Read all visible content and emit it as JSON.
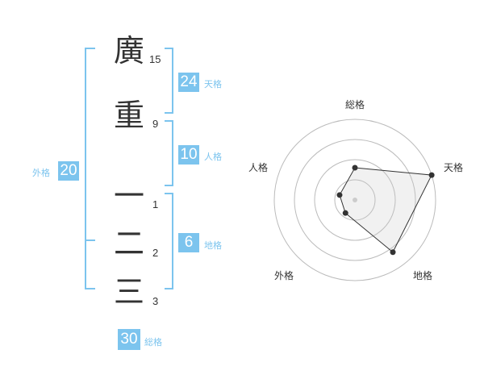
{
  "name": {
    "chars": [
      {
        "char": "廣",
        "strokes": "15"
      },
      {
        "char": "重",
        "strokes": "9"
      },
      {
        "char": "一",
        "strokes": "1"
      },
      {
        "char": "二",
        "strokes": "2"
      },
      {
        "char": "三",
        "strokes": "3"
      }
    ]
  },
  "fortunes": {
    "tenkaku": {
      "value": "24",
      "label": "天格"
    },
    "jinkaku": {
      "value": "10",
      "label": "人格"
    },
    "chikaku": {
      "value": "6",
      "label": "地格"
    },
    "gaikaku": {
      "value": "20",
      "label": "外格"
    },
    "soukaku": {
      "value": "30",
      "label": "総格"
    }
  },
  "accent_color": "#7cc4ee",
  "chart_data": {
    "type": "radar",
    "axes": [
      "総格",
      "天格",
      "地格",
      "外格",
      "人格"
    ],
    "rings": 4,
    "values": [
      2,
      5,
      4,
      1,
      1
    ],
    "max": 5
  }
}
